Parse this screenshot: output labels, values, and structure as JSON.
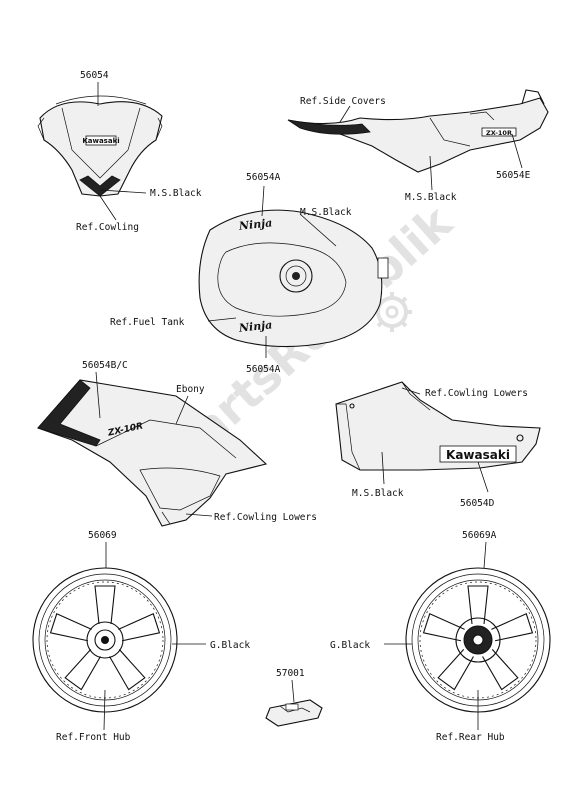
{
  "labels": {
    "p56054": "56054",
    "ms_black_1": "M.S.Black",
    "ref_cowling": "Ref.Cowling",
    "ref_side_covers": "Ref.Side Covers",
    "p56054E": "56054E",
    "ms_black_2": "M.S.Black",
    "p56054A_top": "56054A",
    "ms_black_3": "M.S.Black",
    "ref_fuel_tank": "Ref.Fuel Tank",
    "p56054A_bottom": "56054A",
    "p56054BC": "56054B/C",
    "ebony": "Ebony",
    "ref_cowling_lowers_1": "Ref.Cowling Lowers",
    "ref_cowling_lowers_2": "Ref.Cowling Lowers",
    "ms_black_4": "M.S.Black",
    "p56054D": "56054D",
    "p56069": "56069",
    "g_black_1": "G.Black",
    "ref_front_hub": "Ref.Front Hub",
    "p57001": "57001",
    "p56069A": "56069A",
    "g_black_2": "G.Black",
    "ref_rear_hub": "Ref.Rear Hub"
  },
  "decals": {
    "kawasaki_small": "Kawasaki",
    "kawasaki_large": "Kawasaki",
    "ninja_1": "Ninja",
    "ninja_2": "Ninja",
    "tail_badge": "ZX-10R"
  },
  "watermark": "PartsRepublik",
  "icons": [
    "gear-icon"
  ]
}
